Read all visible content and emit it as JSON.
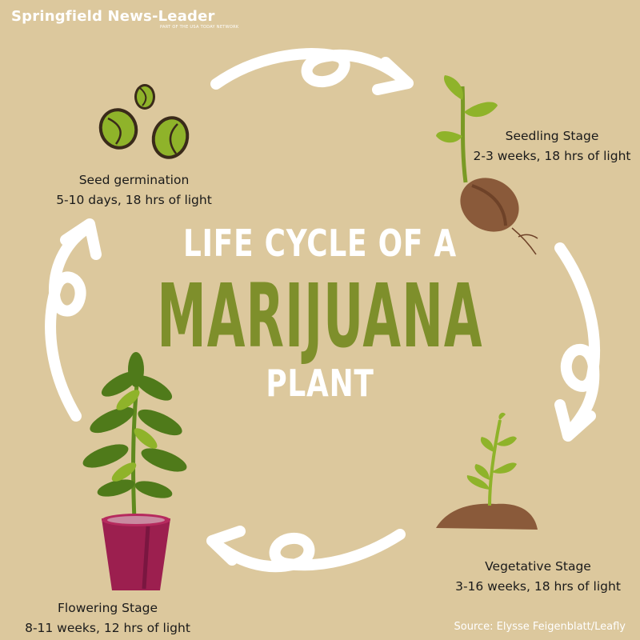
{
  "brand": {
    "name": "Springfield News-Leader",
    "tagline": "PART OF THE USA TODAY NETWORK"
  },
  "title": {
    "line1": "LIFE CYCLE OF A",
    "line2": "MARIJUANA",
    "line3": "PLANT"
  },
  "stages": [
    {
      "name": "Seed germination",
      "detail": "5-10 days, 18 hrs of light"
    },
    {
      "name": "Seedling Stage",
      "detail": "2-3 weeks, 18 hrs of light"
    },
    {
      "name": "Vegetative Stage",
      "detail": "3-16 weeks, 18 hrs of light"
    },
    {
      "name": "Flowering Stage",
      "detail": "8-11 weeks, 12 hrs of light"
    }
  ],
  "source": "Source: Elysse Feigenblatt/Leafly",
  "colors": {
    "background": "#dcc89d",
    "title_green": "#7e8f2b",
    "white": "#ffffff",
    "leaf_green": "#8fb32a",
    "soil_brown": "#8a5a3a",
    "pot_magenta": "#9c1f4f"
  },
  "icons": [
    "seeds-icon",
    "seedling-icon",
    "sprout-in-soil-icon",
    "potted-plant-icon",
    "cycle-arrow-icon"
  ]
}
